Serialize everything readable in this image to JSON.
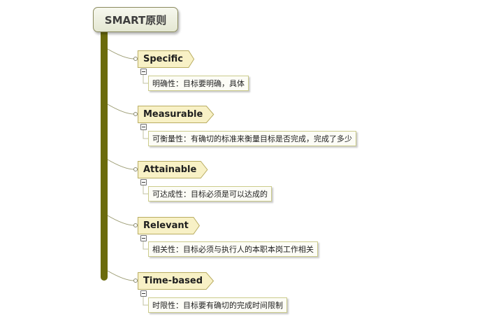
{
  "root": {
    "label": "SMART原则"
  },
  "branches": [
    {
      "label": "Specific",
      "description": "明确性：目标要明确，具体"
    },
    {
      "label": "Measurable",
      "description": "可衡量性：有确切的标准来衡量目标是否完成，完成了多少"
    },
    {
      "label": "Attainable",
      "description": "可达成性：目标必须是可以达成的"
    },
    {
      "label": "Relevant",
      "description": "相关性：目标必须与执行人的本职本岗工作相关"
    },
    {
      "label": "Time-based",
      "description": "时限性：目标要有确切的完成时间限制"
    }
  ],
  "colors": {
    "trunk": "#6b6b0c",
    "branch_fill": "#f8f1c6",
    "branch_border": "#b9ad62",
    "desc_border": "#cccc8c",
    "root_border": "#8a8a5e"
  }
}
